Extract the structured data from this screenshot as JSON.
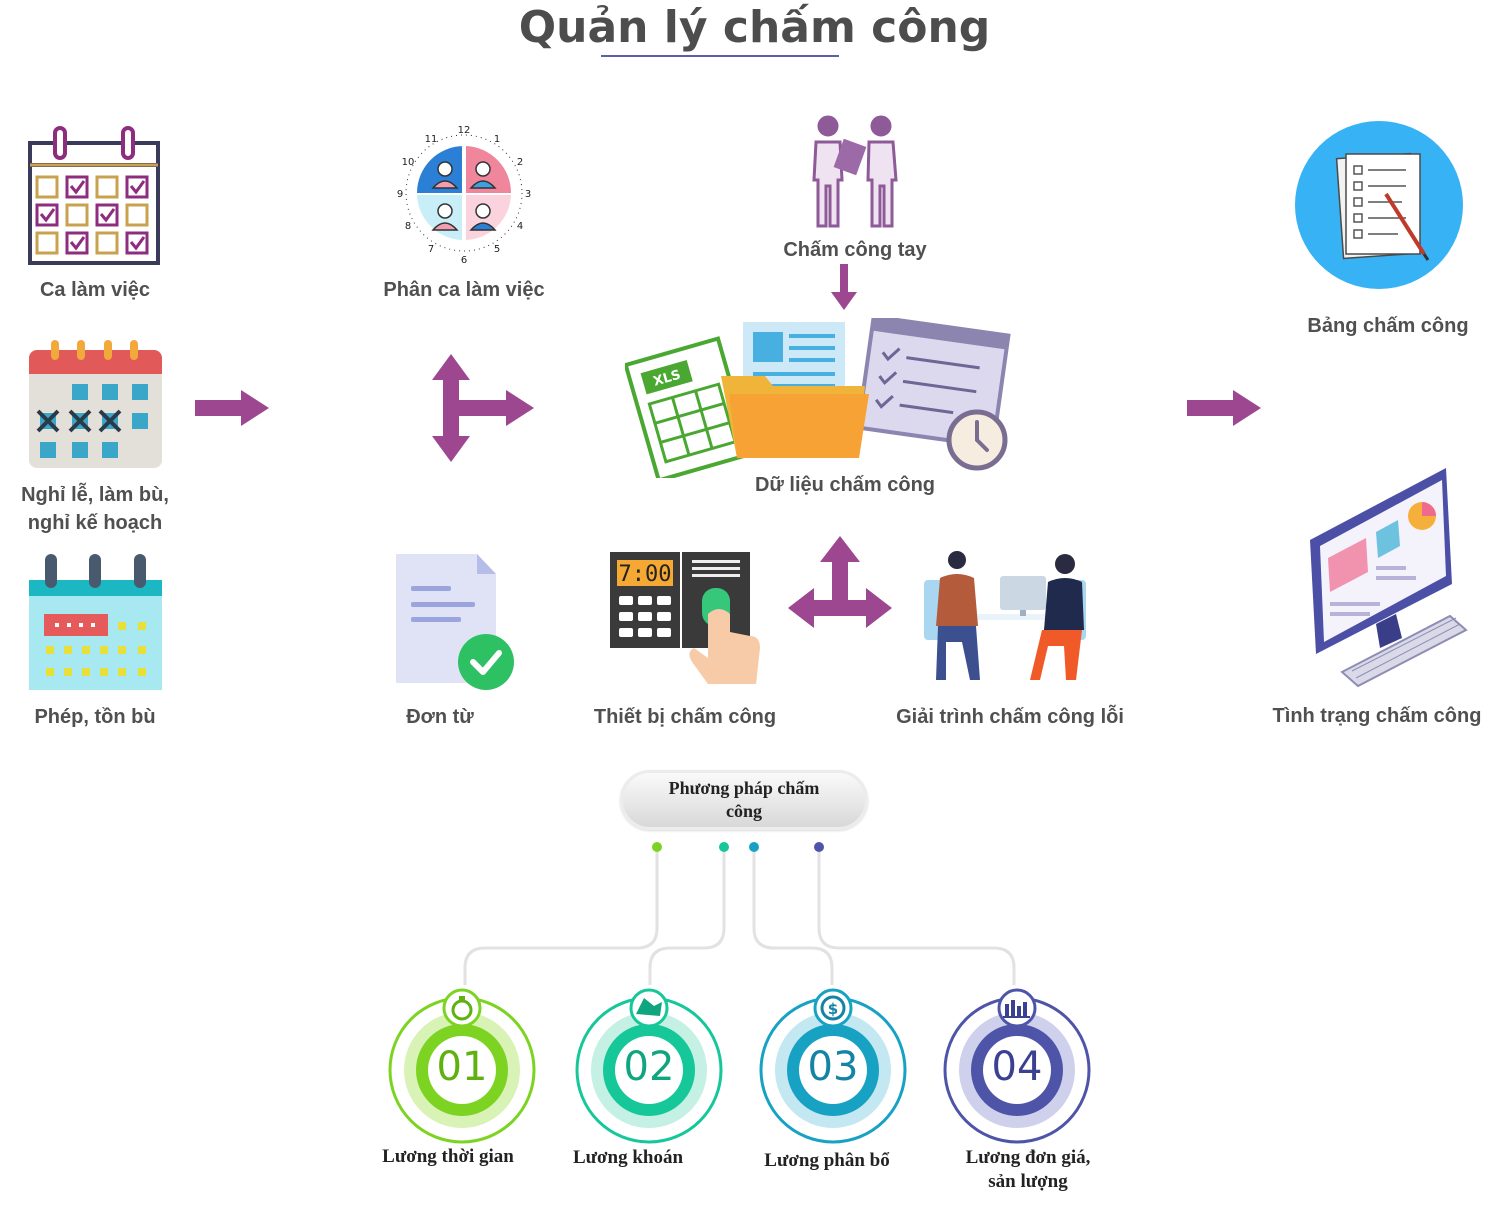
{
  "title": "Quản lý chấm công",
  "nodes": {
    "ca_lam_viec": "Ca làm việc",
    "nghi_le": "Nghỉ lễ, làm bù,\nnghỉ kế hoạch",
    "nghi_le_line1": "Nghỉ lễ, làm bù,",
    "nghi_le_line2": "nghỉ kế hoạch",
    "phep_ton_bu": "Phép, tồn bù",
    "phan_ca": "Phân ca làm việc",
    "don_tu": "Đơn từ",
    "cham_cong_tay": "Chấm công tay",
    "du_lieu": "Dữ liệu chấm công",
    "thiet_bi": "Thiết bị chấm công",
    "giai_trinh": "Giải trình chấm công lỗi",
    "bang_cham_cong": "Bảng chấm công",
    "tinh_trang": "Tình trạng chấm công"
  },
  "device": {
    "time": "7:00",
    "badge": "XLS"
  },
  "methods": {
    "header": "Phương pháp chấm công",
    "header_line1": "Phương pháp chấm",
    "header_line2": "công",
    "items": [
      {
        "number": "01",
        "label": "Lương thời gian",
        "color": "#7dd321",
        "dark": "#5fb10f"
      },
      {
        "number": "02",
        "label": "Lương khoán",
        "color": "#16c79a",
        "dark": "#0fa57f"
      },
      {
        "number": "03",
        "label": "Lương phân bổ",
        "color": "#17a2c4",
        "dark": "#1384a3"
      },
      {
        "number": "04",
        "label": "Lương đơn giá,\nsản lượng",
        "label_line1": "Lương đơn giá,",
        "label_line2": "sản lượng",
        "color": "#4e55a8",
        "dark": "#3b4190"
      }
    ]
  },
  "colors": {
    "arrow": "#9c4790",
    "accent_line": "#5a5fa8"
  }
}
